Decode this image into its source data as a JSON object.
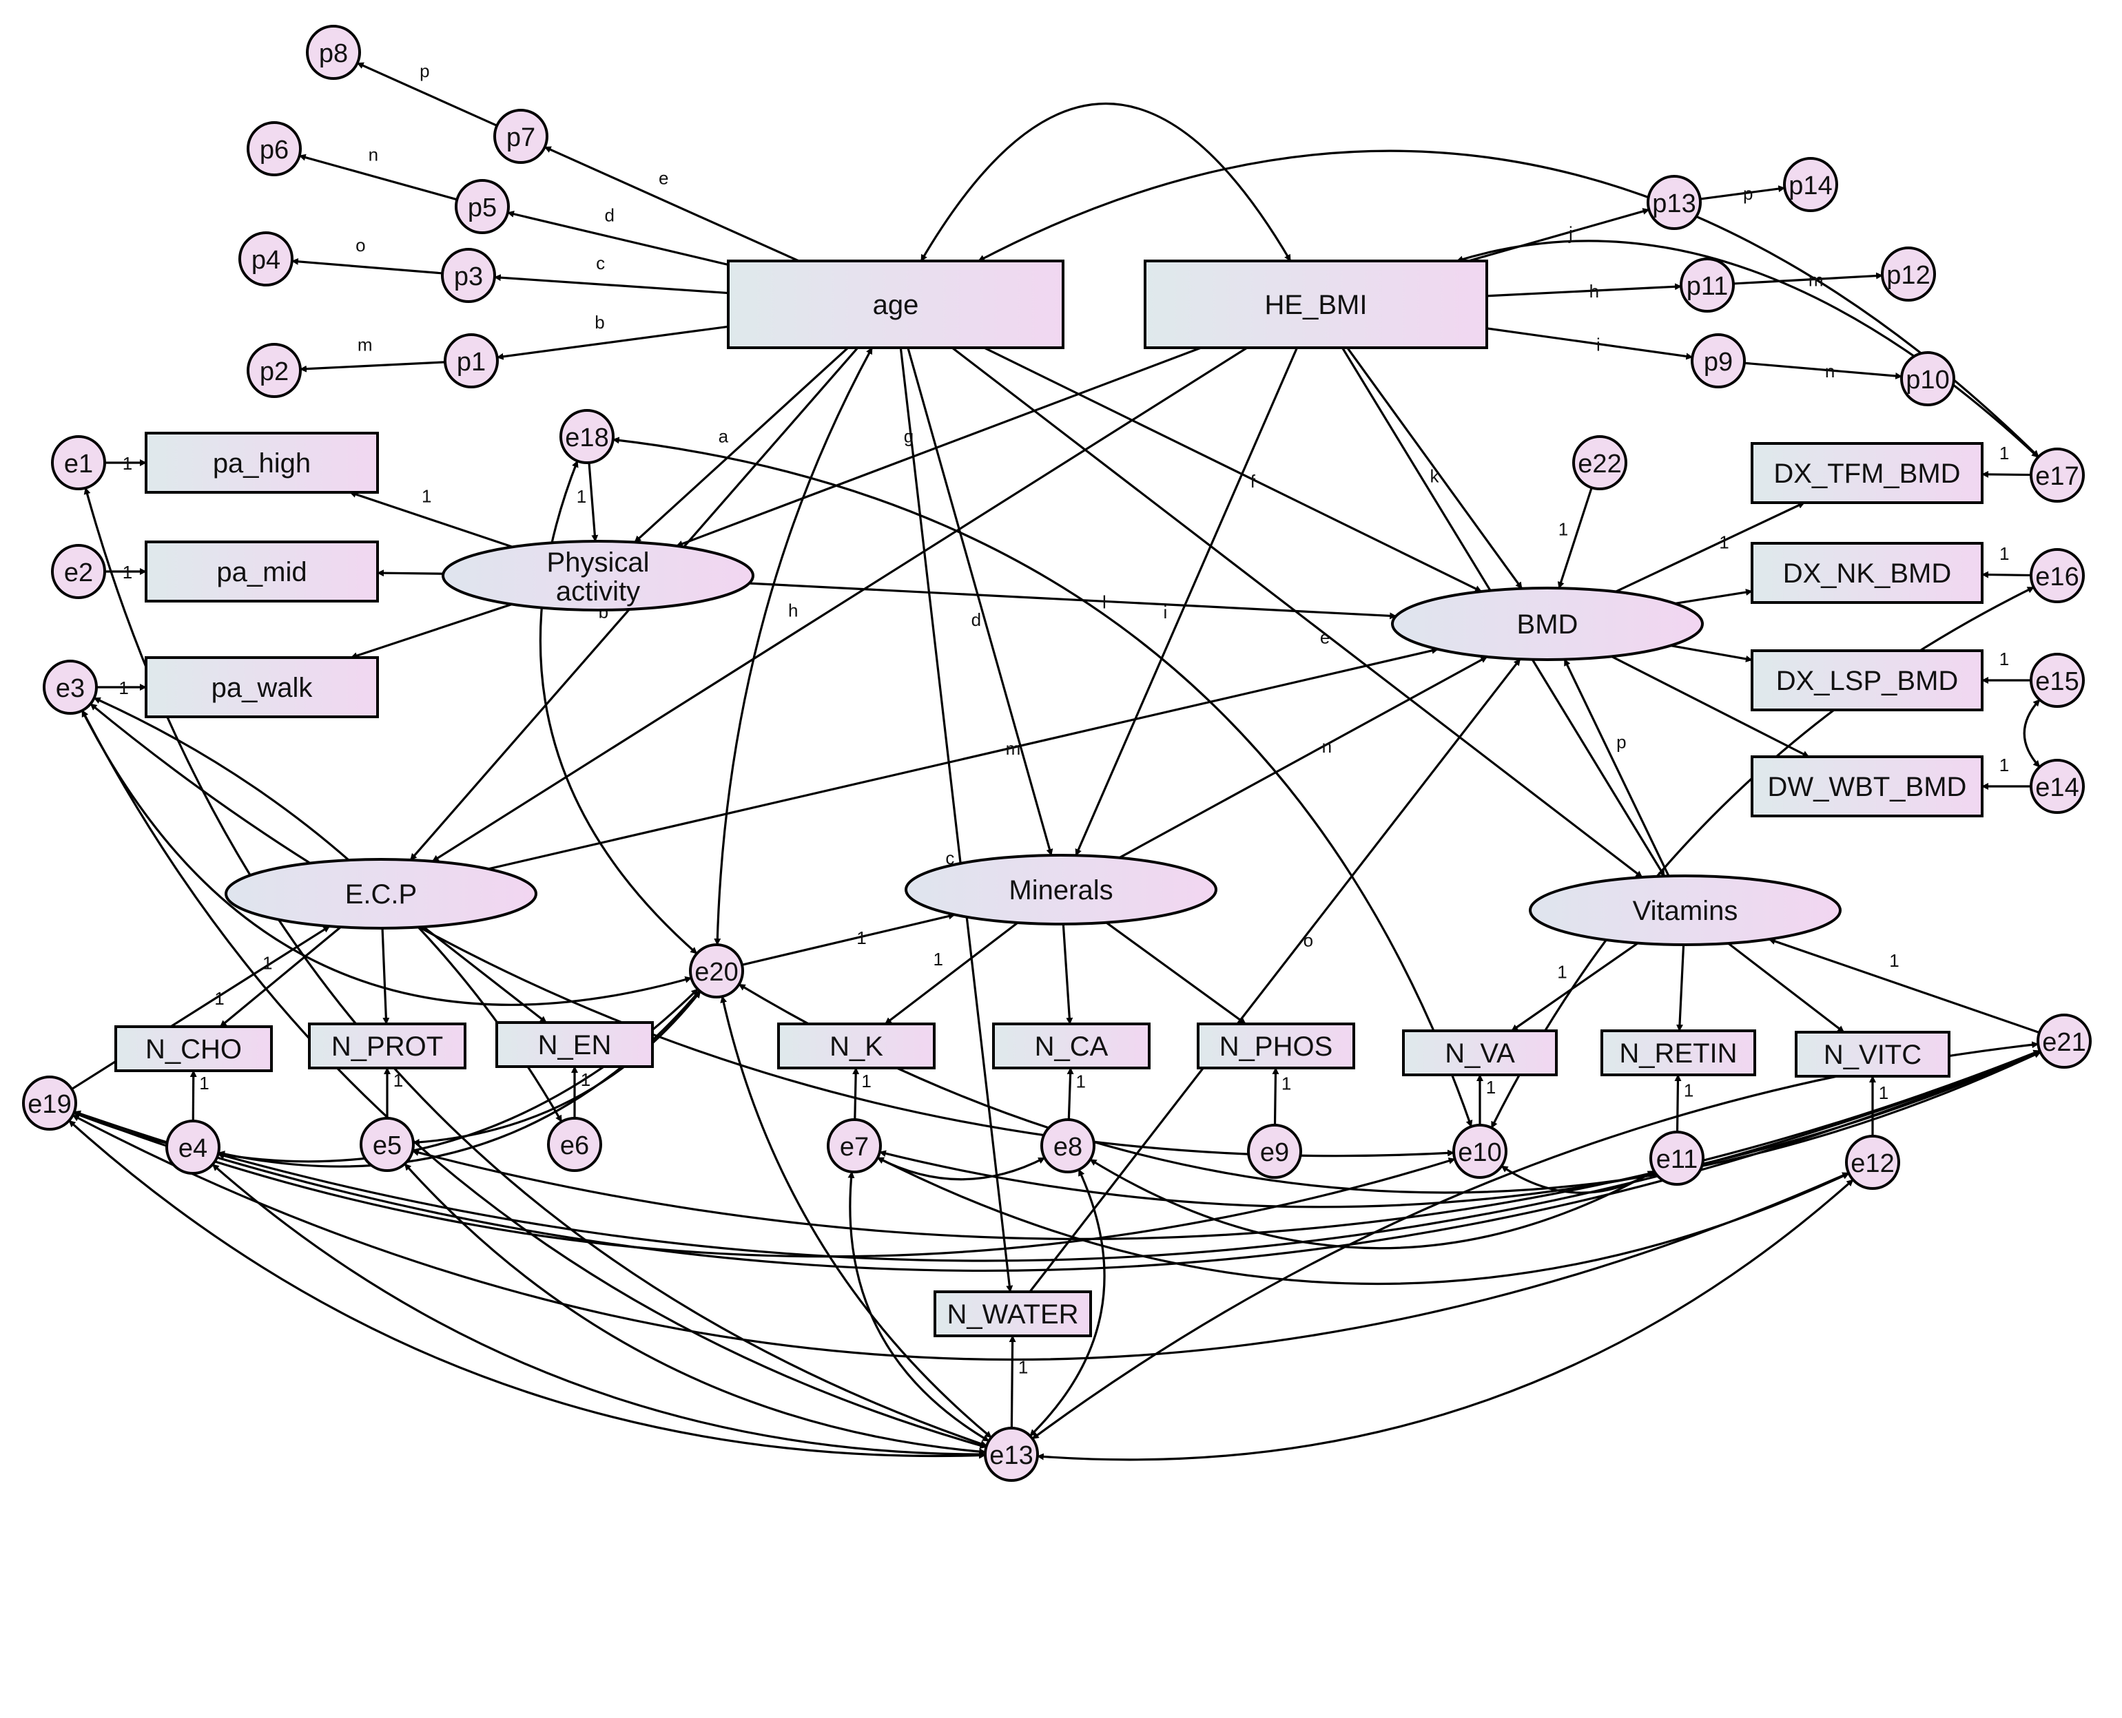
{
  "colors": {
    "box_fill_start": "#dfe9ec",
    "box_fill_end": "#f1d7f1",
    "ellipse_fill_start": "#dfe5ee",
    "ellipse_fill_end": "#f2d6f1",
    "circle_fill": "#f1dbf0",
    "stroke": "#000000",
    "background": "#ffffff"
  },
  "nodes": {
    "age": {
      "label": "age",
      "shape": "box"
    },
    "he_bmi": {
      "label": "HE_BMI",
      "shape": "box"
    },
    "pa_high": {
      "label": "pa_high",
      "shape": "box"
    },
    "pa_mid": {
      "label": "pa_mid",
      "shape": "box"
    },
    "pa_walk": {
      "label": "pa_walk",
      "shape": "box"
    },
    "physical_activity": {
      "label_line1": "Physical",
      "label_line2": "activity",
      "shape": "ellipse"
    },
    "bmd": {
      "label": "BMD",
      "shape": "ellipse"
    },
    "ecp": {
      "label": "E.C.P",
      "shape": "ellipse"
    },
    "minerals": {
      "label": "Minerals",
      "shape": "ellipse"
    },
    "vitamins": {
      "label": "Vitamins",
      "shape": "ellipse"
    },
    "dx_tfm_bmd": {
      "label": "DX_TFM_BMD",
      "shape": "box"
    },
    "dx_nk_bmd": {
      "label": "DX_NK_BMD",
      "shape": "box"
    },
    "dx_lsp_bmd": {
      "label": "DX_LSP_BMD",
      "shape": "box"
    },
    "dw_wbt_bmd": {
      "label": "DW_WBT_BMD",
      "shape": "box"
    },
    "n_cho": {
      "label": "N_CHO",
      "shape": "box"
    },
    "n_prot": {
      "label": "N_PROT",
      "shape": "box"
    },
    "n_en": {
      "label": "N_EN",
      "shape": "box"
    },
    "n_k": {
      "label": "N_K",
      "shape": "box"
    },
    "n_ca": {
      "label": "N_CA",
      "shape": "box"
    },
    "n_phos": {
      "label": "N_PHOS",
      "shape": "box"
    },
    "n_va": {
      "label": "N_VA",
      "shape": "box"
    },
    "n_retin": {
      "label": "N_RETIN",
      "shape": "box"
    },
    "n_vitc": {
      "label": "N_VITC",
      "shape": "box"
    },
    "n_water": {
      "label": "N_WATER",
      "shape": "box"
    },
    "p1": {
      "label": "p1",
      "shape": "circle"
    },
    "p2": {
      "label": "p2",
      "shape": "circle"
    },
    "p3": {
      "label": "p3",
      "shape": "circle"
    },
    "p4": {
      "label": "p4",
      "shape": "circle"
    },
    "p5": {
      "label": "p5",
      "shape": "circle"
    },
    "p6": {
      "label": "p6",
      "shape": "circle"
    },
    "p7": {
      "label": "p7",
      "shape": "circle"
    },
    "p8": {
      "label": "p8",
      "shape": "circle"
    },
    "p9": {
      "label": "p9",
      "shape": "circle"
    },
    "p10": {
      "label": "p10",
      "shape": "circle"
    },
    "p11": {
      "label": "p11",
      "shape": "circle"
    },
    "p12": {
      "label": "p12",
      "shape": "circle"
    },
    "p13": {
      "label": "p13",
      "shape": "circle"
    },
    "p14": {
      "label": "p14",
      "shape": "circle"
    },
    "e1": {
      "label": "e1",
      "shape": "circle"
    },
    "e2": {
      "label": "e2",
      "shape": "circle"
    },
    "e3": {
      "label": "e3",
      "shape": "circle"
    },
    "e4": {
      "label": "e4",
      "shape": "circle"
    },
    "e5": {
      "label": "e5",
      "shape": "circle"
    },
    "e6": {
      "label": "e6",
      "shape": "circle"
    },
    "e7": {
      "label": "e7",
      "shape": "circle"
    },
    "e8": {
      "label": "e8",
      "shape": "circle"
    },
    "e9": {
      "label": "e9",
      "shape": "circle"
    },
    "e10": {
      "label": "e10",
      "shape": "circle"
    },
    "e11": {
      "label": "e11",
      "shape": "circle"
    },
    "e12": {
      "label": "e12",
      "shape": "circle"
    },
    "e13": {
      "label": "e13",
      "shape": "circle"
    },
    "e14": {
      "label": "e14",
      "shape": "circle"
    },
    "e15": {
      "label": "e15",
      "shape": "circle"
    },
    "e16": {
      "label": "e16",
      "shape": "circle"
    },
    "e17": {
      "label": "e17",
      "shape": "circle"
    },
    "e18": {
      "label": "e18",
      "shape": "circle"
    },
    "e19": {
      "label": "e19",
      "shape": "circle"
    },
    "e20": {
      "label": "e20",
      "shape": "circle"
    },
    "e21": {
      "label": "e21",
      "shape": "circle"
    },
    "e22": {
      "label": "e22",
      "shape": "circle"
    }
  },
  "paths": [
    {
      "from": "age",
      "to": "p1",
      "label": "b"
    },
    {
      "from": "age",
      "to": "p3",
      "label": "c"
    },
    {
      "from": "age",
      "to": "p5",
      "label": "d"
    },
    {
      "from": "age",
      "to": "p7",
      "label": "e"
    },
    {
      "from": "p1",
      "to": "p2",
      "label": "m"
    },
    {
      "from": "p3",
      "to": "p4",
      "label": "o"
    },
    {
      "from": "p5",
      "to": "p6",
      "label": "n"
    },
    {
      "from": "p7",
      "to": "p8",
      "label": "p"
    },
    {
      "from": "he_bmi",
      "to": "p13",
      "label": "j"
    },
    {
      "from": "he_bmi",
      "to": "p11",
      "label": "h"
    },
    {
      "from": "he_bmi",
      "to": "p9",
      "label": "i"
    },
    {
      "from": "p13",
      "to": "p14",
      "label": "p"
    },
    {
      "from": "p11",
      "to": "p12",
      "label": "m"
    },
    {
      "from": "p9",
      "to": "p10",
      "label": "n"
    },
    {
      "from": "age",
      "to": "physical_activity",
      "label": "a"
    },
    {
      "from": "age",
      "to": "ecp",
      "label": "b"
    },
    {
      "from": "age",
      "to": "minerals",
      "label": "d"
    },
    {
      "from": "age",
      "to": "vitamins",
      "label": "e"
    },
    {
      "from": "age",
      "to": "bmd",
      "label": "f"
    },
    {
      "from": "age",
      "to": "n_water",
      "label": "c"
    },
    {
      "from": "he_bmi",
      "to": "physical_activity",
      "label": "g"
    },
    {
      "from": "he_bmi",
      "to": "ecp",
      "label": "h"
    },
    {
      "from": "he_bmi",
      "to": "minerals",
      "label": "i"
    },
    {
      "from": "he_bmi",
      "to": "bmd",
      "label": "k"
    },
    {
      "from": "he_bmi",
      "to": "vitamins",
      "label": "j"
    },
    {
      "from": "physical_activity",
      "to": "bmd",
      "label": "l"
    },
    {
      "from": "ecp",
      "to": "bmd",
      "label": "m"
    },
    {
      "from": "minerals",
      "to": "bmd",
      "label": "n"
    },
    {
      "from": "n_water",
      "to": "bmd",
      "label": "o"
    },
    {
      "from": "vitamins",
      "to": "bmd",
      "label": "p"
    },
    {
      "from": "physical_activity",
      "to": "pa_high",
      "label": "1"
    },
    {
      "from": "physical_activity",
      "to": "pa_mid",
      "label": ""
    },
    {
      "from": "physical_activity",
      "to": "pa_walk",
      "label": ""
    },
    {
      "from": "e1",
      "to": "pa_high",
      "label": "1"
    },
    {
      "from": "e2",
      "to": "pa_mid",
      "label": "1"
    },
    {
      "from": "e3",
      "to": "pa_walk",
      "label": "1"
    },
    {
      "from": "e18",
      "to": "physical_activity",
      "label": "1"
    },
    {
      "from": "e22",
      "to": "bmd",
      "label": "1"
    },
    {
      "from": "bmd",
      "to": "dx_tfm_bmd",
      "label": "1"
    },
    {
      "from": "bmd",
      "to": "dx_nk_bmd",
      "label": ""
    },
    {
      "from": "bmd",
      "to": "dx_lsp_bmd",
      "label": ""
    },
    {
      "from": "bmd",
      "to": "dw_wbt_bmd",
      "label": ""
    },
    {
      "from": "e17",
      "to": "dx_tfm_bmd",
      "label": "1"
    },
    {
      "from": "e16",
      "to": "dx_nk_bmd",
      "label": "1"
    },
    {
      "from": "e15",
      "to": "dx_lsp_bmd",
      "label": "1"
    },
    {
      "from": "e14",
      "to": "dw_wbt_bmd",
      "label": "1"
    },
    {
      "from": "ecp",
      "to": "n_cho",
      "label": "1"
    },
    {
      "from": "ecp",
      "to": "n_prot",
      "label": ""
    },
    {
      "from": "ecp",
      "to": "n_en",
      "label": ""
    },
    {
      "from": "e19",
      "to": "ecp",
      "label": "1"
    },
    {
      "from": "e4",
      "to": "n_cho",
      "label": "1"
    },
    {
      "from": "e5",
      "to": "n_prot",
      "label": "1"
    },
    {
      "from": "e6",
      "to": "n_en",
      "label": "1"
    },
    {
      "from": "minerals",
      "to": "n_k",
      "label": "1"
    },
    {
      "from": "minerals",
      "to": "n_ca",
      "label": ""
    },
    {
      "from": "minerals",
      "to": "n_phos",
      "label": ""
    },
    {
      "from": "e20",
      "to": "minerals",
      "label": "1"
    },
    {
      "from": "e7",
      "to": "n_k",
      "label": "1"
    },
    {
      "from": "e8",
      "to": "n_ca",
      "label": "1"
    },
    {
      "from": "e9",
      "to": "n_phos",
      "label": "1"
    },
    {
      "from": "vitamins",
      "to": "n_va",
      "label": "1"
    },
    {
      "from": "vitamins",
      "to": "n_retin",
      "label": ""
    },
    {
      "from": "vitamins",
      "to": "n_vitc",
      "label": ""
    },
    {
      "from": "e21",
      "to": "vitamins",
      "label": "1"
    },
    {
      "from": "e10",
      "to": "n_va",
      "label": "1"
    },
    {
      "from": "e11",
      "to": "n_retin",
      "label": "1"
    },
    {
      "from": "e12",
      "to": "n_vitc",
      "label": "1"
    },
    {
      "from": "e13",
      "to": "n_water",
      "label": "1"
    }
  ]
}
